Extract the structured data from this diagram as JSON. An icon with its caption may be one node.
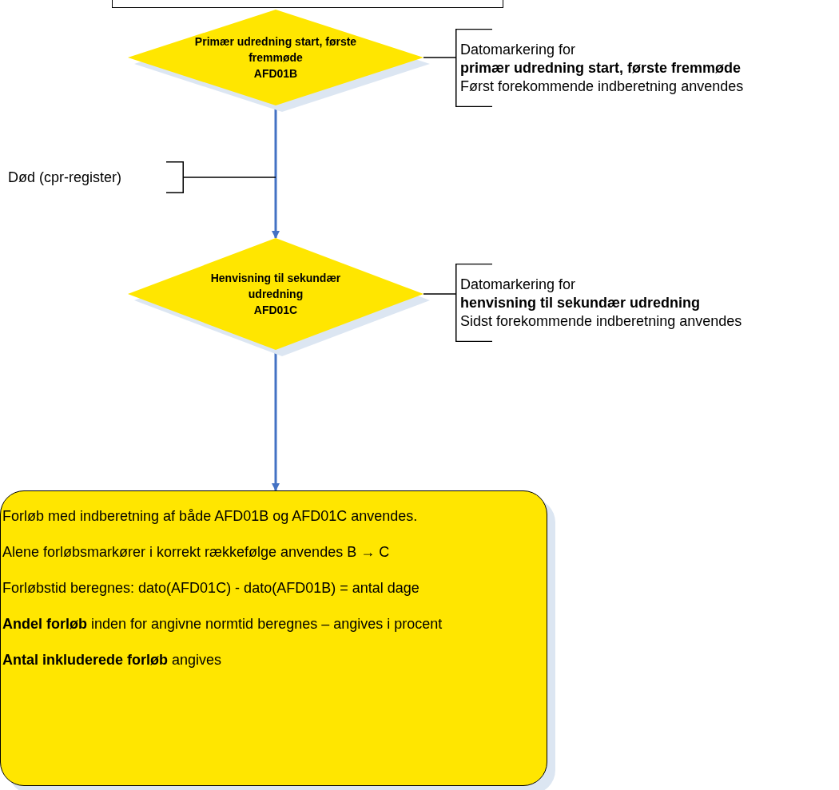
{
  "diagram": {
    "nodes": [
      {
        "text": [],
        "shape": "box"
      },
      {
        "text": [
          "Primær udredning start, første fremmøde",
          "AFD01B"
        ]
      },
      {
        "text": [
          "Datomarkering for",
          "primær udredning start, første fremmøde",
          "Først forekommende indberetning anvendes"
        ]
      },
      {
        "text": [
          "Død (cpr-register)"
        ]
      },
      {
        "text": [
          "Henvisning til sekundær udredning",
          "AFD01C"
        ]
      },
      {
        "text": [
          "Datomarkering for",
          "henvisning til sekundær udredning",
          "Sidst forekommende indberetning anvendes"
        ]
      },
      {
        "text": [
          "Forløb med indberetning af både AFD01B og AFD01C anvendes.",
          "Alene forløbsmarkører i korrekt rækkefølge anvendes B → C",
          "Forløbstid beregnes: dato(AFD01C) - dato(AFD01B) = antal dage",
          "**Andel forløb** inden for angivne normtid beregnes – angives i procent",
          "**Antal inkluderede forløb** angives"
        ]
      }
    ],
    "edges": [
      {
        "from": 1,
        "to": 4,
        "arrow": "to",
        "color": "#4472c4"
      },
      {
        "from": 1,
        "to": 2,
        "arrow": "none"
      },
      {
        "from": 3,
        "to": null,
        "arrow": "none"
      },
      {
        "from": 4,
        "to": 5,
        "arrow": "none"
      },
      {
        "from": 4,
        "to": 6,
        "arrow": "to",
        "color": "#4472c4"
      }
    ]
  }
}
